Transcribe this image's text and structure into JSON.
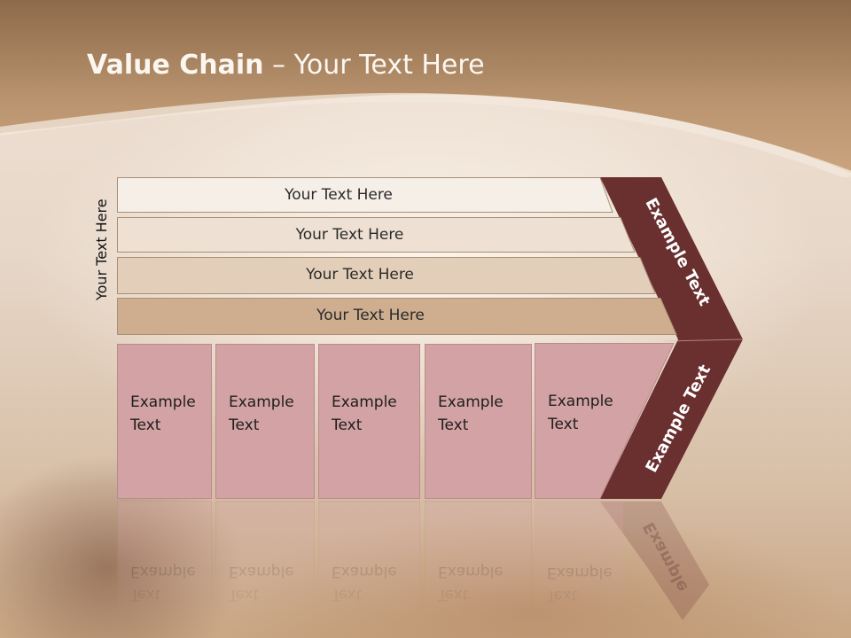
{
  "title": {
    "bold": "Value Chain",
    "rest": " – Your Text Here"
  },
  "side_label": "Your Text Here",
  "rows": [
    {
      "label": "Your Text Here",
      "color": "#f6efe8"
    },
    {
      "label": "Your Text Here",
      "color": "#eee1d3"
    },
    {
      "label": "Your Text Here",
      "color": "#e3cfb9"
    },
    {
      "label": "Your Text Here",
      "color": "#cfae90"
    }
  ],
  "boxes": [
    {
      "line1": "Example",
      "line2": "Text"
    },
    {
      "line1": "Example",
      "line2": "Text"
    },
    {
      "line1": "Example",
      "line2": "Text"
    },
    {
      "line1": "Example",
      "line2": "Text"
    },
    {
      "line1": "Example",
      "line2": "Text"
    }
  ],
  "chevron": {
    "upper_label": "Example Text",
    "lower_label": "Example Text",
    "reflection_label": "Example",
    "color": "#6a2f2f"
  },
  "colors": {
    "header": "#b88e68",
    "box": "#d3a2a4"
  }
}
